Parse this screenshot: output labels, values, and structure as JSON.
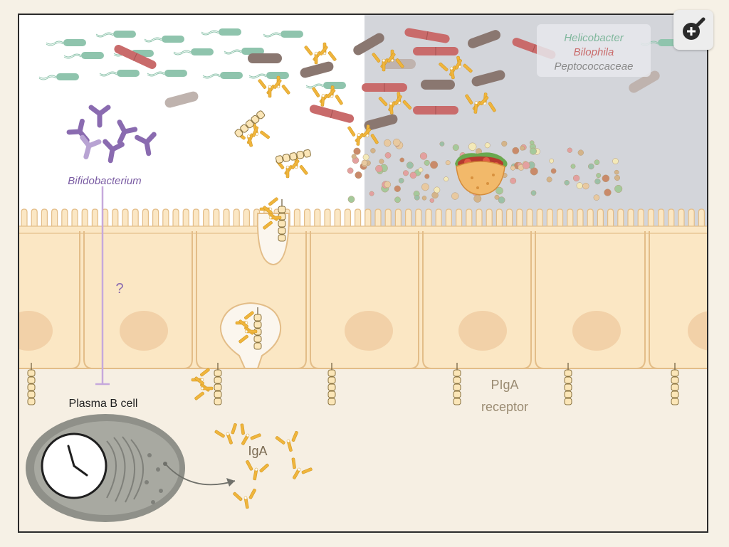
{
  "figure": {
    "legend": {
      "entries": [
        {
          "label": "Helicobacter",
          "color": "#7fb79c"
        },
        {
          "label": "Bilophila",
          "color": "#c96b6b"
        },
        {
          "label": "Peptococcaceae",
          "color": "#8a8a8a"
        }
      ]
    },
    "labels": {
      "bifidobacterium": "Bifidobacterium",
      "question": "?",
      "plasma_cell": "Plasma B cell",
      "iga": "IgA",
      "pigr_line1": "PIgA",
      "pigr_line2": "receptor"
    },
    "colors": {
      "antibody": "#f0b53c",
      "epithelium": "#fbe7c4",
      "epithelium_border": "#e6be86",
      "nucleus": "#f2d1a8",
      "lumen_shaded": "#d3d5da",
      "lamina": "#f6efe3",
      "bifido": "#8a6bb0",
      "plasma_cell": "#8f9089"
    },
    "icons": {
      "zoom": "zoom-in-icon",
      "clock": "clock-icon",
      "food": "food-icon"
    }
  }
}
